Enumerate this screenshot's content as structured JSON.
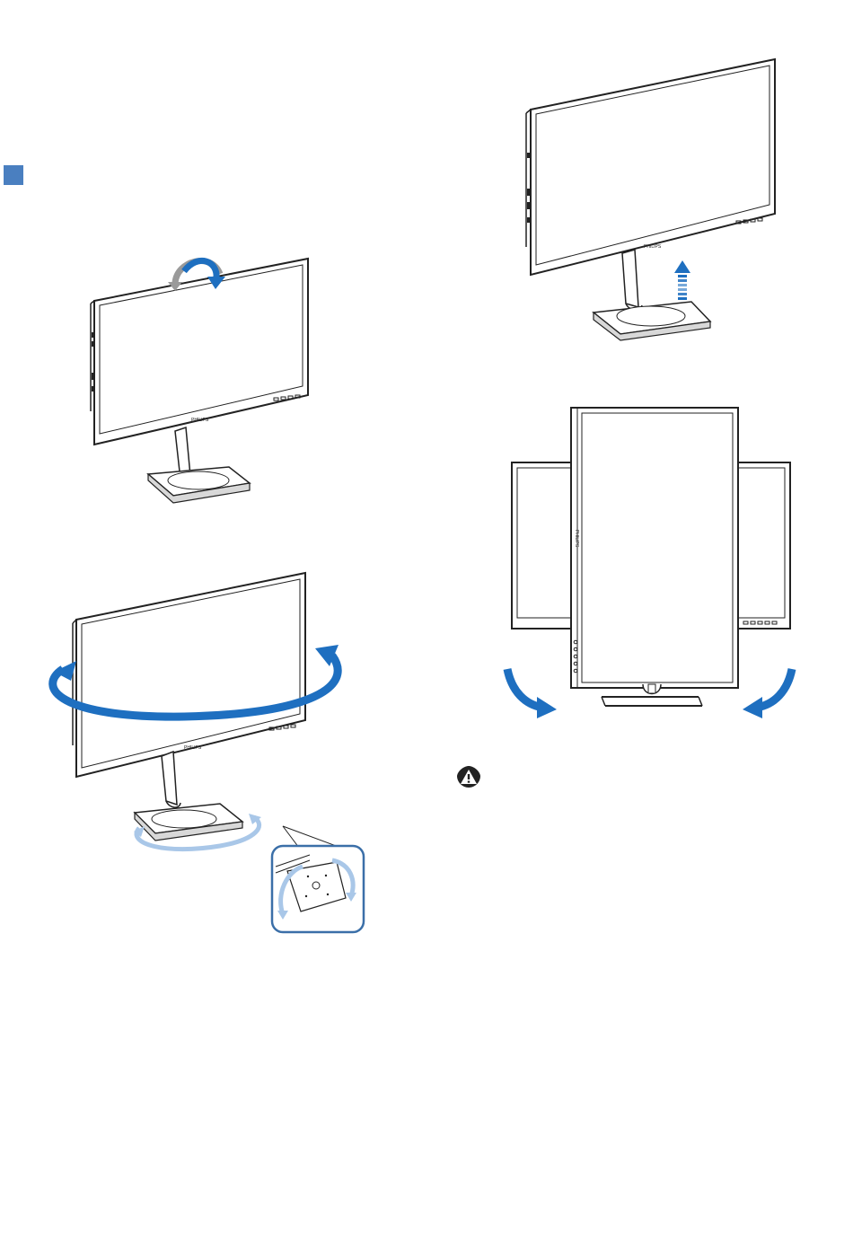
{
  "page": {
    "section_marker": {
      "icon": "square-bullet-icon",
      "color": "#4a7fc0"
    },
    "figures": {
      "tilt": {
        "icon": "tilt-arrow-icon",
        "brand": "PHILIPS"
      },
      "height": {
        "icon": "height-arrow-icon",
        "brand": "PHILIPS"
      },
      "swivel": {
        "icon": "swivel-arrow-icon",
        "brand": "PHILIPS"
      },
      "pivot": {
        "icon": "pivot-arrow-icon",
        "brand": "PHILIPS"
      }
    },
    "warning": {
      "icon": "warning-icon"
    },
    "colors": {
      "accent_blue": "#1e6fc0",
      "light_blue": "#a9c7e8",
      "line": "#222222",
      "mid_grey": "#9a9a9a"
    }
  }
}
